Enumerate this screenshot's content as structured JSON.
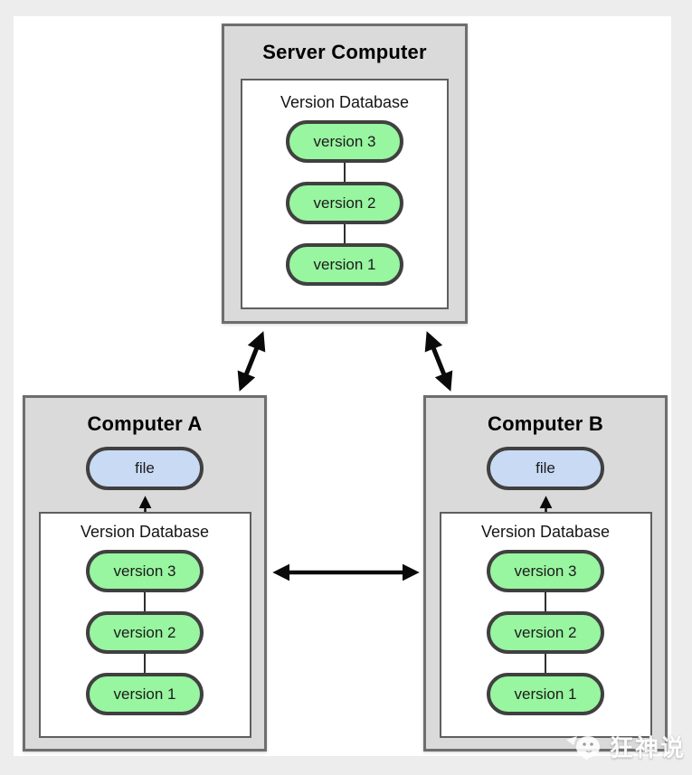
{
  "diagram": {
    "server": {
      "title": "Server Computer",
      "database": {
        "label": "Version Database",
        "versions": [
          "version 3",
          "version 2",
          "version 1"
        ]
      }
    },
    "computer_a": {
      "title": "Computer A",
      "file_label": "file",
      "database": {
        "label": "Version Database",
        "versions": [
          "version 3",
          "version 2",
          "version 1"
        ]
      }
    },
    "computer_b": {
      "title": "Computer B",
      "file_label": "file",
      "database": {
        "label": "Version Database",
        "versions": [
          "version 3",
          "version 2",
          "version 1"
        ]
      }
    },
    "connections": [
      "server-to-computer-a-bidirectional",
      "server-to-computer-b-bidirectional",
      "computer-a-to-computer-b-bidirectional",
      "database-to-file-computer-a",
      "database-to-file-computer-b"
    ]
  },
  "watermark": {
    "text": "狂神说",
    "icon": "chick-logo-icon"
  },
  "colors": {
    "page_bg": "#ededed",
    "surface": "#ffffff",
    "box_fill": "#dadada",
    "box_border": "#6e6e6e",
    "inner_border": "#5f5f5f",
    "version_fill": "#98f5a0",
    "file_fill": "#c9daf4",
    "pill_border": "#404040",
    "arrow": "#0a0a0a"
  }
}
